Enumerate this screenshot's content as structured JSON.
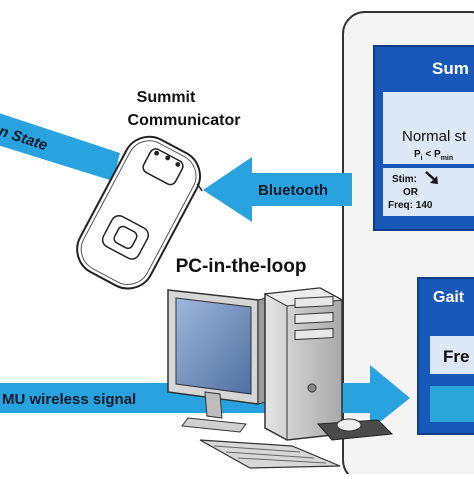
{
  "labels": {
    "communicator_title_line1": "Summit",
    "communicator_title_line2": "Communicator",
    "brain_state_arrow": "n State",
    "bluetooth_arrow": "Bluetooth",
    "pc_title": "PC-in-the-loop",
    "imu_arrow": "MU wireless signal"
  },
  "summit_panel": {
    "title": "Sum",
    "state_line1": "Normal st",
    "state_formula_p": "P",
    "state_formula_sub_i": "i",
    "state_formula_lt": " < P",
    "state_formula_sub_min": "min",
    "stim_line1": "Stim:",
    "stim_line2": "OR",
    "stim_line3": "Freq: 140"
  },
  "gait_panel": {
    "title": "Gait",
    "box_label": "Fre"
  },
  "colors": {
    "arrow_blue": "#29a3e0",
    "panel_blue": "#1758b9",
    "panel_light": "#dce8f5",
    "cyan_box": "#2aa6d8",
    "device_outline": "#222222",
    "computer_gray": "#c9c9c9",
    "screen_blue": "#6f8fbf"
  },
  "icons": {
    "stim_arrow": "arrow-down-right-icon"
  }
}
